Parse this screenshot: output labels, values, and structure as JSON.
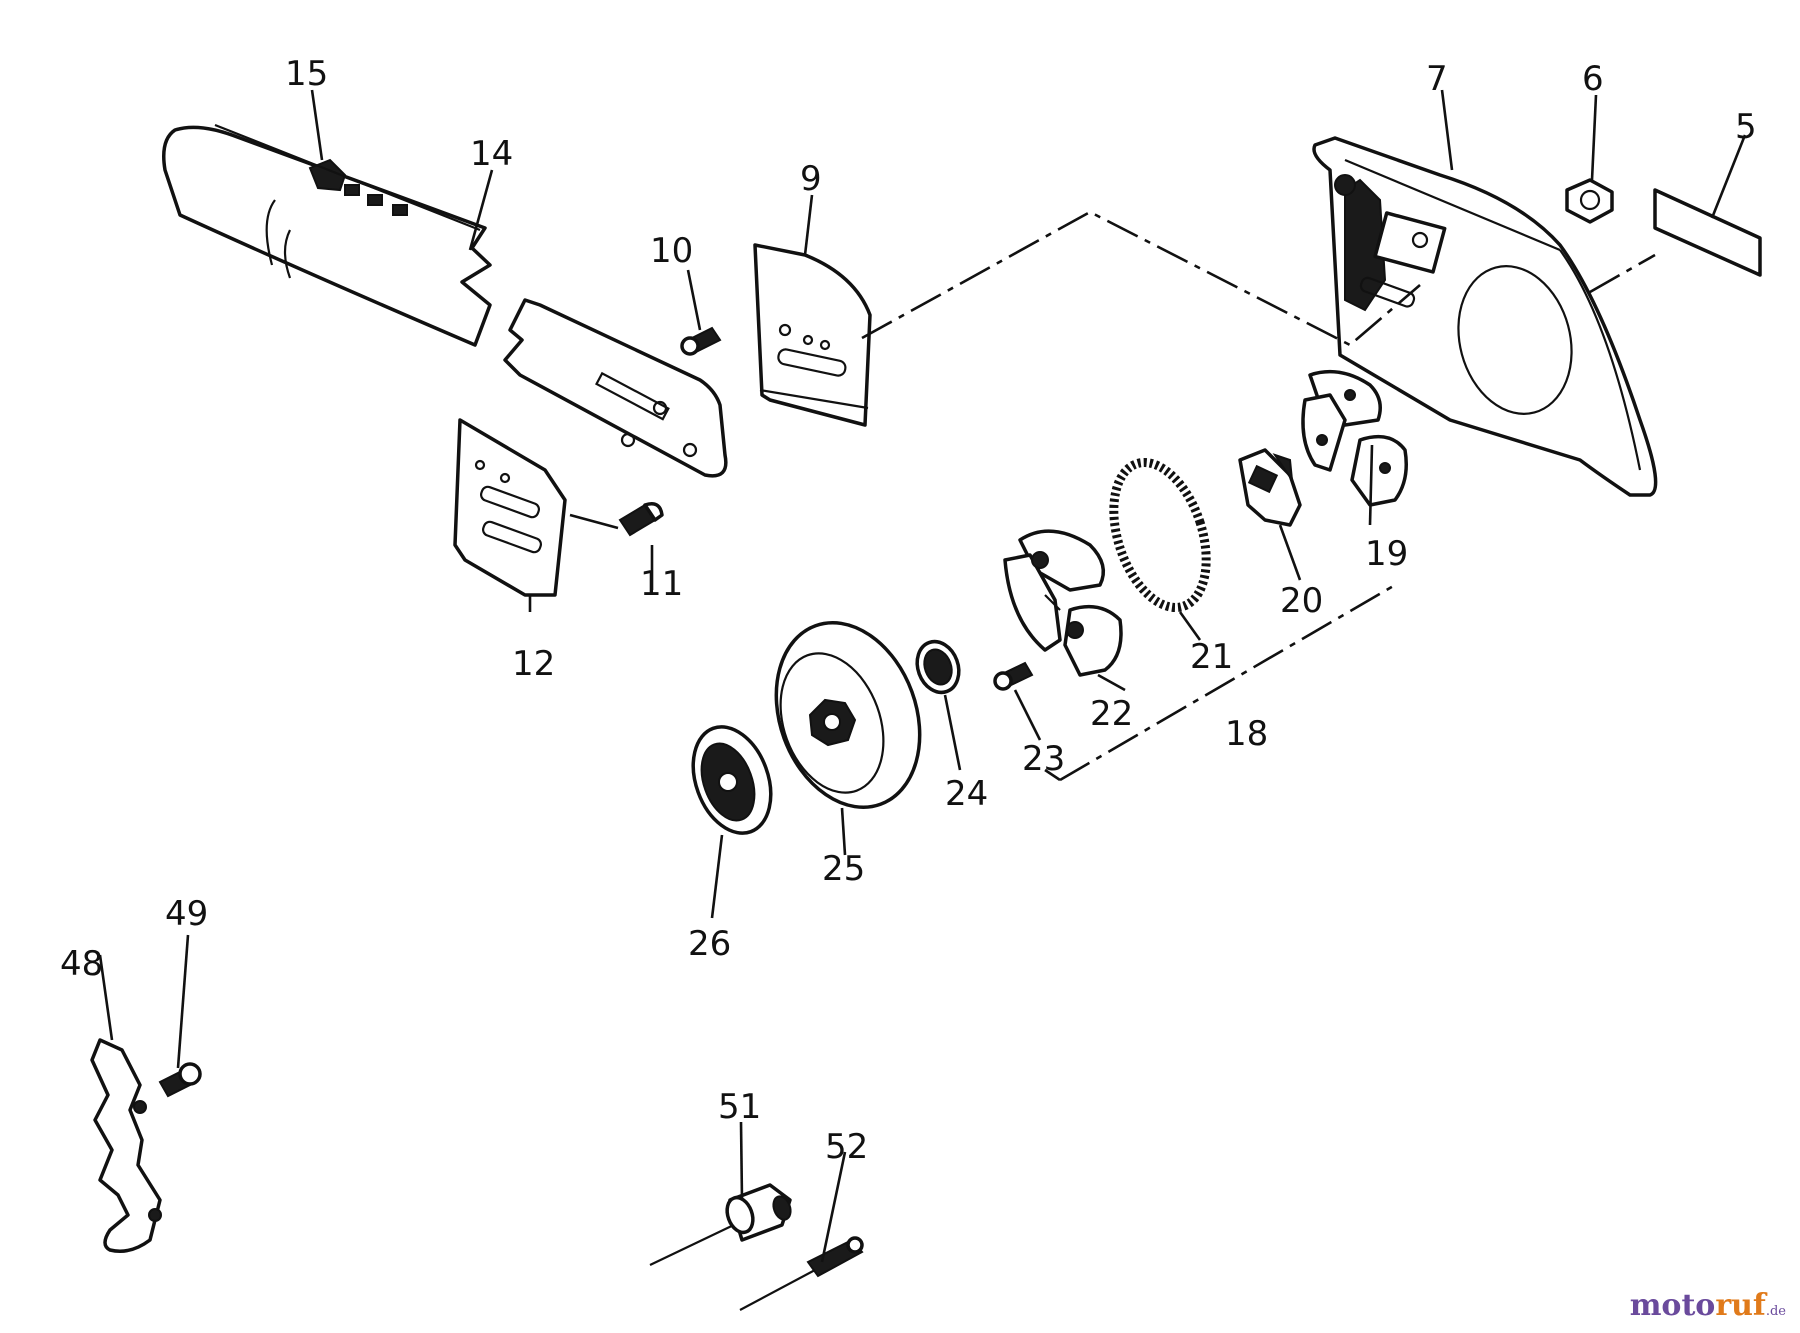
{
  "callouts": {
    "c5": "5",
    "c6": "6",
    "c7": "7",
    "c9": "9",
    "c10": "10",
    "c11": "11",
    "c12": "12",
    "c14": "14",
    "c15": "15",
    "c18": "18",
    "c19": "19",
    "c20": "20",
    "c21": "21",
    "c22": "22",
    "c23": "23",
    "c24": "24",
    "c25": "25",
    "c26": "26",
    "c48": "48",
    "c49": "49",
    "c51": "51",
    "c52": "52"
  },
  "watermark": {
    "brand_a": "moto",
    "brand_b": "ruf",
    "tld": ".de"
  },
  "colors": {
    "line": "#111111",
    "watermark_purple": "#6a4a9c",
    "watermark_orange": "#e07a1a"
  }
}
